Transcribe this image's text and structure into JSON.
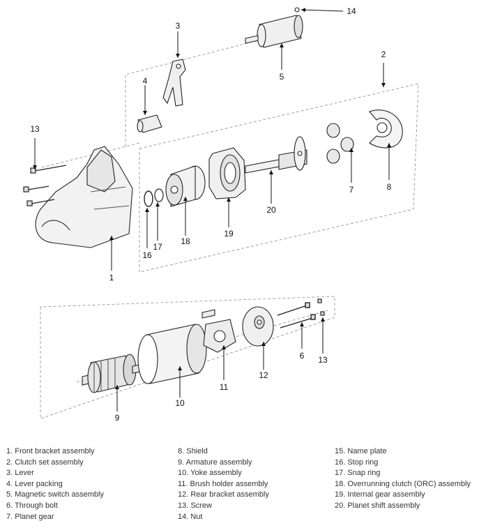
{
  "callouts": [
    "1",
    "2",
    "3",
    "4",
    "5",
    "6",
    "7",
    "8",
    "9",
    "10",
    "11",
    "12",
    "13",
    "13",
    "14",
    "16",
    "17",
    "18",
    "19",
    "20"
  ],
  "legend": {
    "col1": [
      "1. Front bracket assembly",
      "2. Clutch set assembly",
      "3. Lever",
      "4. Lever packing",
      "5. Magnetic switch assembly",
      "6. Through bolt",
      "7. Planet gear"
    ],
    "col2": [
      "8. Shield",
      "9. Armature assembly",
      "10. Yoke assembly",
      "11. Brush holder assembly",
      "12. Rear bracket assembly",
      "13. Screw",
      "14. Nut"
    ],
    "col3": [
      "15. Name plate",
      "16. Stop ring",
      "17. Snap ring",
      "18. Overrunning clutch (ORC) assembly",
      "19. Internal gear assembly",
      "20. Planet shift assembly"
    ]
  }
}
